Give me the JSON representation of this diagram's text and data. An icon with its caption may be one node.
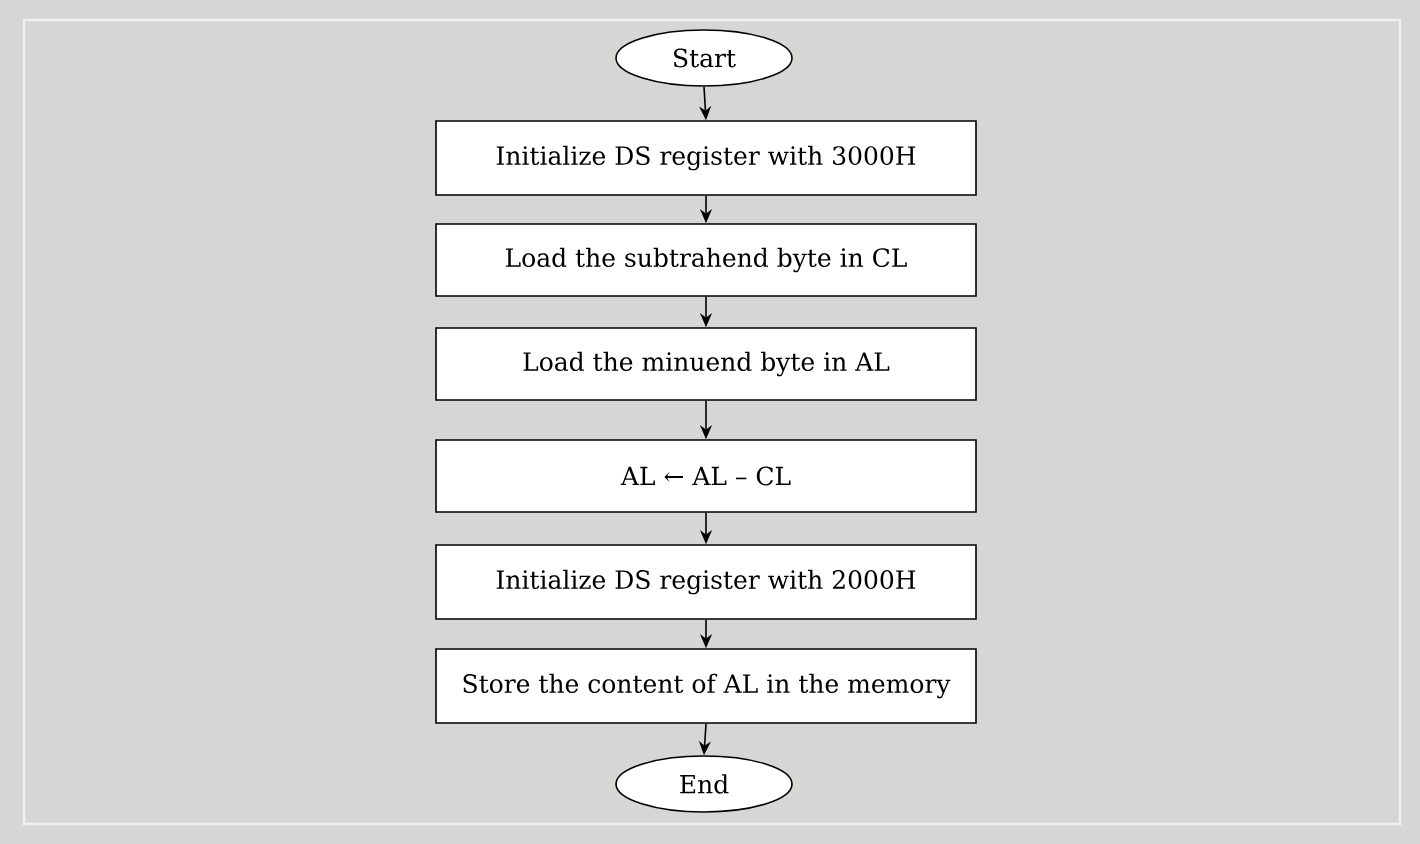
{
  "diagram": {
    "nodes": [
      {
        "text": [
          "Start"
        ]
      },
      {
        "text": [
          "Initialize DS register with 3000H"
        ]
      },
      {
        "text": [
          "Load the subtrahend byte in CL"
        ]
      },
      {
        "text": [
          "Load the minuend byte in AL"
        ]
      },
      {
        "text": [
          "AL ← AL – CL"
        ]
      },
      {
        "text": [
          "Initialize DS register with 2000H"
        ]
      },
      {
        "text": [
          "Store the content of AL in the memory"
        ]
      },
      {
        "text": [
          "End"
        ]
      }
    ],
    "edges": [
      {
        "from": 0,
        "to": 1,
        "arrow": "to"
      },
      {
        "from": 1,
        "to": 2,
        "arrow": "to"
      },
      {
        "from": 2,
        "to": 3,
        "arrow": "to"
      },
      {
        "from": 3,
        "to": 4,
        "arrow": "to"
      },
      {
        "from": 4,
        "to": 5,
        "arrow": "to"
      },
      {
        "from": 5,
        "to": 6,
        "arrow": "to"
      },
      {
        "from": 6,
        "to": 7,
        "arrow": "to"
      }
    ]
  }
}
